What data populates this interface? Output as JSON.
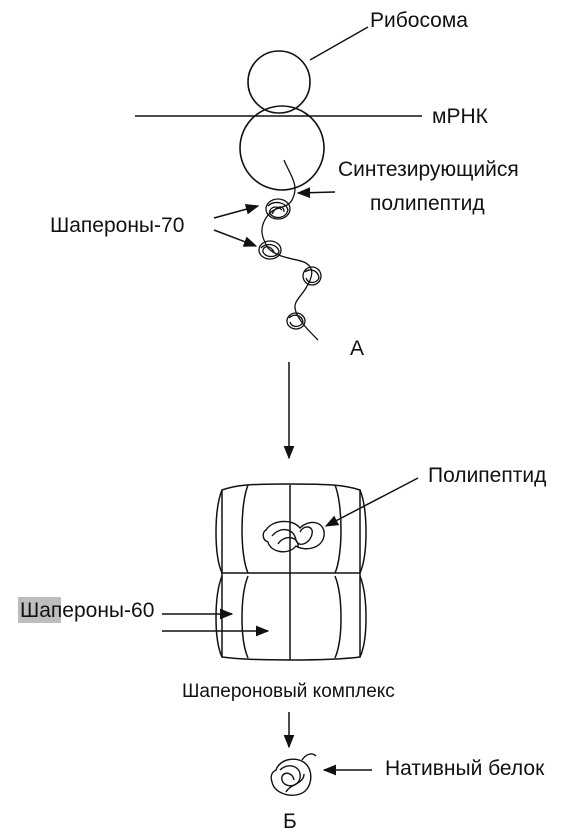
{
  "part_a": {
    "ribosome_label": "Рибосома",
    "mrna_label": "мРНК",
    "polypeptide_label_line1": "Синтезирующийся",
    "polypeptide_label_line2": "полипептид",
    "chaperones70_label": "Шапероны-70",
    "panel_letter": "А"
  },
  "part_b": {
    "polypeptide_label": "Полипептид",
    "chaperones60_label": "Шапероны-60",
    "complex_label": "Шапероновый комплекс",
    "native_protein_label": "Нативный белок",
    "panel_letter": "Б"
  }
}
